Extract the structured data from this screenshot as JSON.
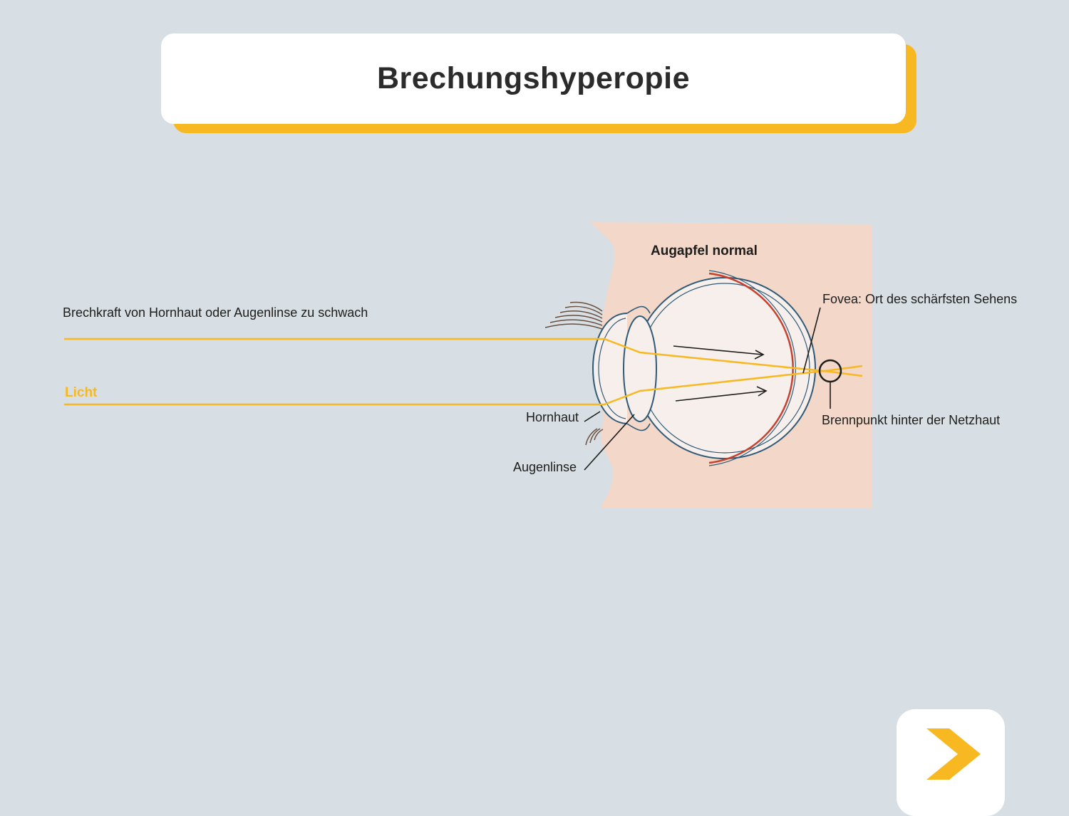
{
  "title": "Brechungshyperopie",
  "labels": {
    "eyeball": "Augapfel normal",
    "refraction": "Brechkraft von Hornhaut oder Augenlinse zu schwach",
    "light": "Licht",
    "fovea": "Fovea: Ort des schärfsten Sehens",
    "focal_point": "Brennpunkt hinter der Netzhaut",
    "cornea": "Hornhaut",
    "lens": "Augenlinse"
  },
  "colors": {
    "background": "#d7dfe4",
    "accent": "#f8b822",
    "skin": "#f3d7c8",
    "eyeball": "#f7efeb",
    "outline": "#2f5a78",
    "retina": "#c9412e"
  },
  "icons": {
    "next": "chevron-right-icon"
  }
}
